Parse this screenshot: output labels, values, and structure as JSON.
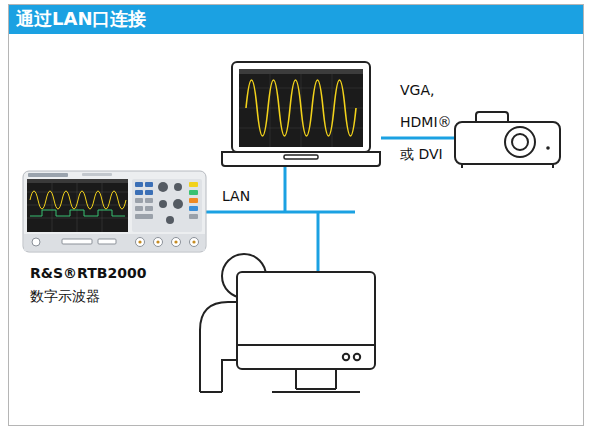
{
  "diagram": {
    "title": "通过LAN口连接",
    "nodes": [
      {
        "text": [
          "R&S®RTB2000",
          "数字示波器"
        ]
      }
    ],
    "labels": [
      "LAN",
      "VGA, HDMI® 或 DVI"
    ]
  }
}
